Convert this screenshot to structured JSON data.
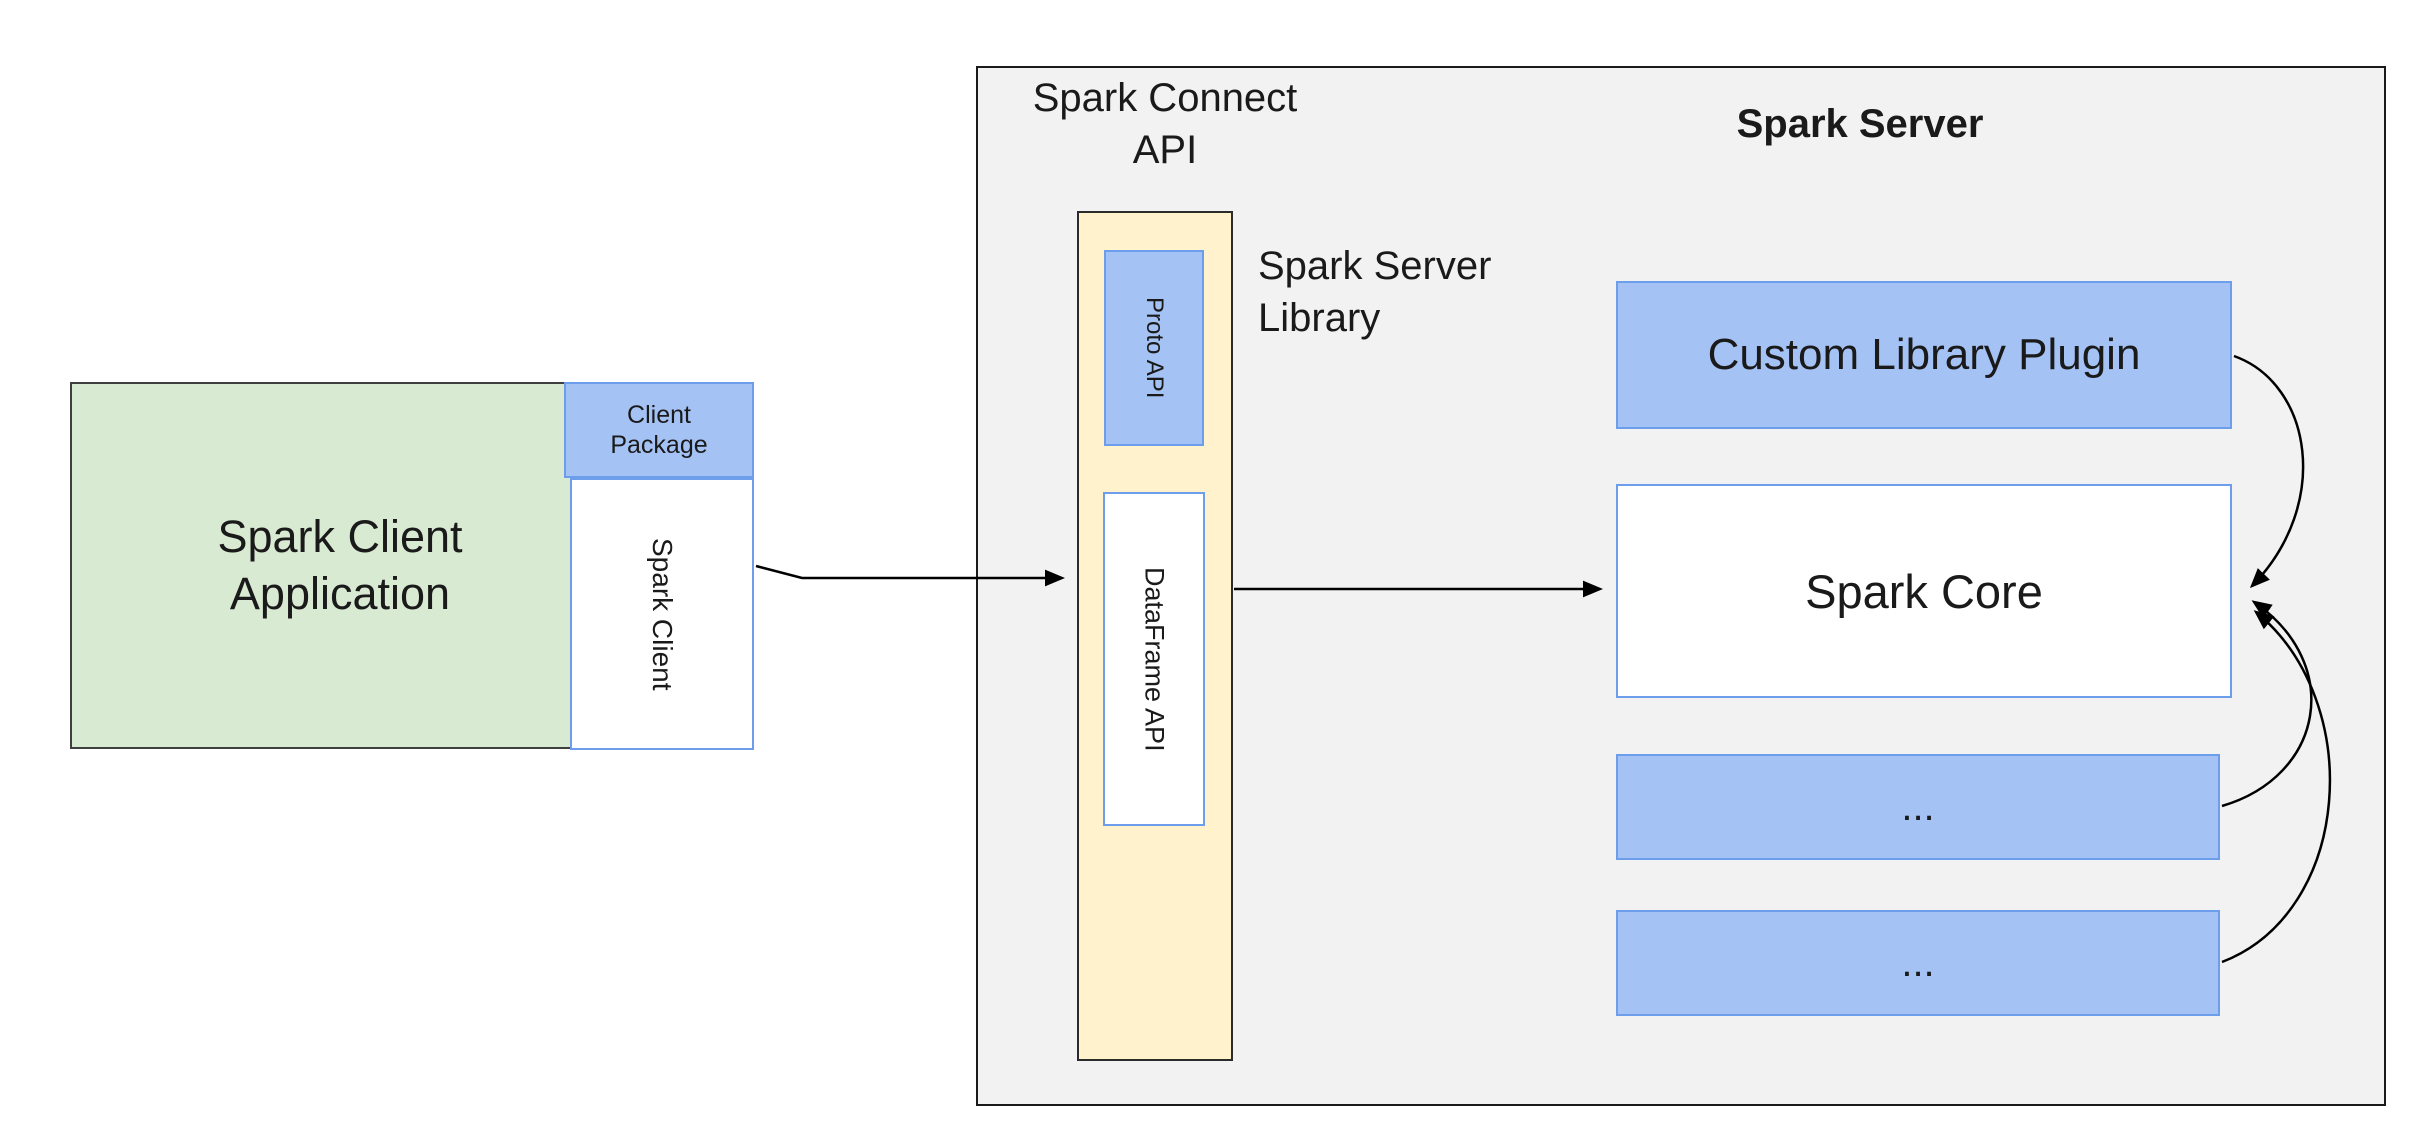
{
  "client": {
    "application_label": "Spark Client Application",
    "package_label": "Client Package",
    "spark_client_label": "Spark Client"
  },
  "connect": {
    "api_label": "Spark Connect API",
    "proto_label": "Proto API",
    "dataframe_label": "DataFrame API",
    "library_label": "Spark Server Library"
  },
  "server": {
    "title": "Spark Server",
    "plugin_label": "Custom Library Plugin",
    "core_label": "Spark Core",
    "ellipsis1": "...",
    "ellipsis2": "..."
  },
  "colors": {
    "green_fill": "#d9ead3",
    "blue_fill": "#a4c2f4",
    "blue_border": "#6d9eeb",
    "yellow_fill": "#fff2cc",
    "gray_fill": "#f2f2f2",
    "dark_border": "#1a1a1a",
    "arrow": "#000000",
    "text": "#1a1a1a"
  }
}
